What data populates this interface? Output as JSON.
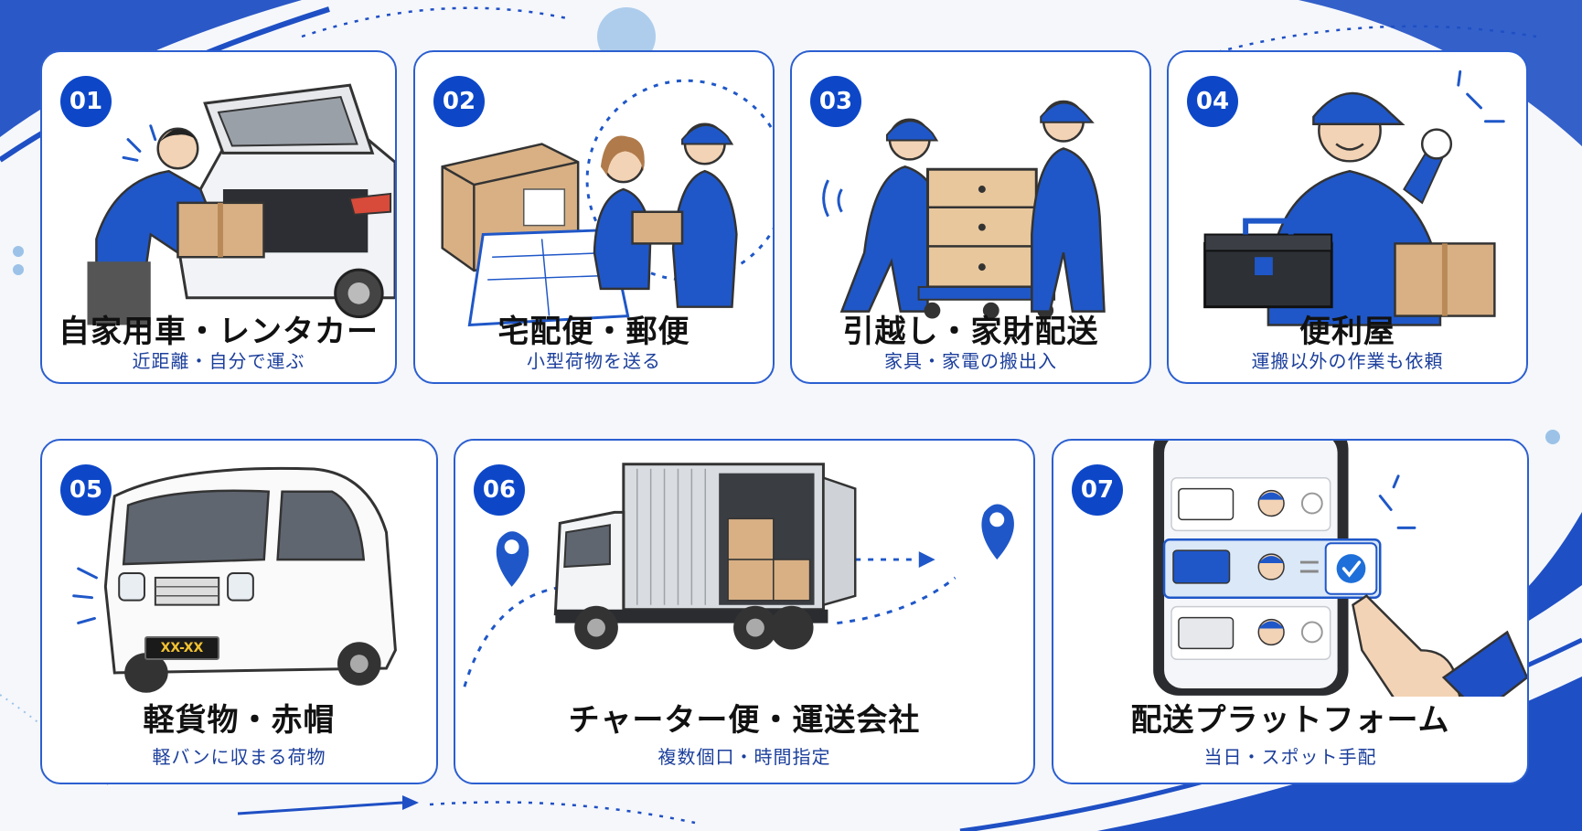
{
  "colors": {
    "accent": "#0d47c8",
    "border": "#2c5fd0",
    "subtext": "#1c3f9c",
    "background": "#f5f7fb",
    "check": "#1e6fd9"
  },
  "cards": [
    {
      "number": "01",
      "title": "自家用車・レンタカー",
      "subtitle": "近距離・自分で運ぶ",
      "icon": "car-trunk-loading"
    },
    {
      "number": "02",
      "title": "宅配便・郵便",
      "subtitle": "小型荷物を送る",
      "icon": "parcel-handover"
    },
    {
      "number": "03",
      "title": "引越し・家財配送",
      "subtitle": "家具・家電の搬出入",
      "icon": "movers-with-cabinet"
    },
    {
      "number": "04",
      "title": "便利屋",
      "subtitle": "運搬以外の作業も依頼",
      "icon": "handyman-with-toolbox"
    },
    {
      "number": "05",
      "title": "軽貨物・赤帽",
      "subtitle": "軽バンに収まる荷物",
      "icon": "kei-van",
      "plate": "XX-XX"
    },
    {
      "number": "06",
      "title": "チャーター便・運送会社",
      "subtitle": "複数個口・時間指定",
      "icon": "box-truck-route"
    },
    {
      "number": "07",
      "title": "配送プラットフォーム",
      "subtitle": "当日・スポット手配",
      "icon": "smartphone-driver-select",
      "selected_option": 2
    }
  ]
}
